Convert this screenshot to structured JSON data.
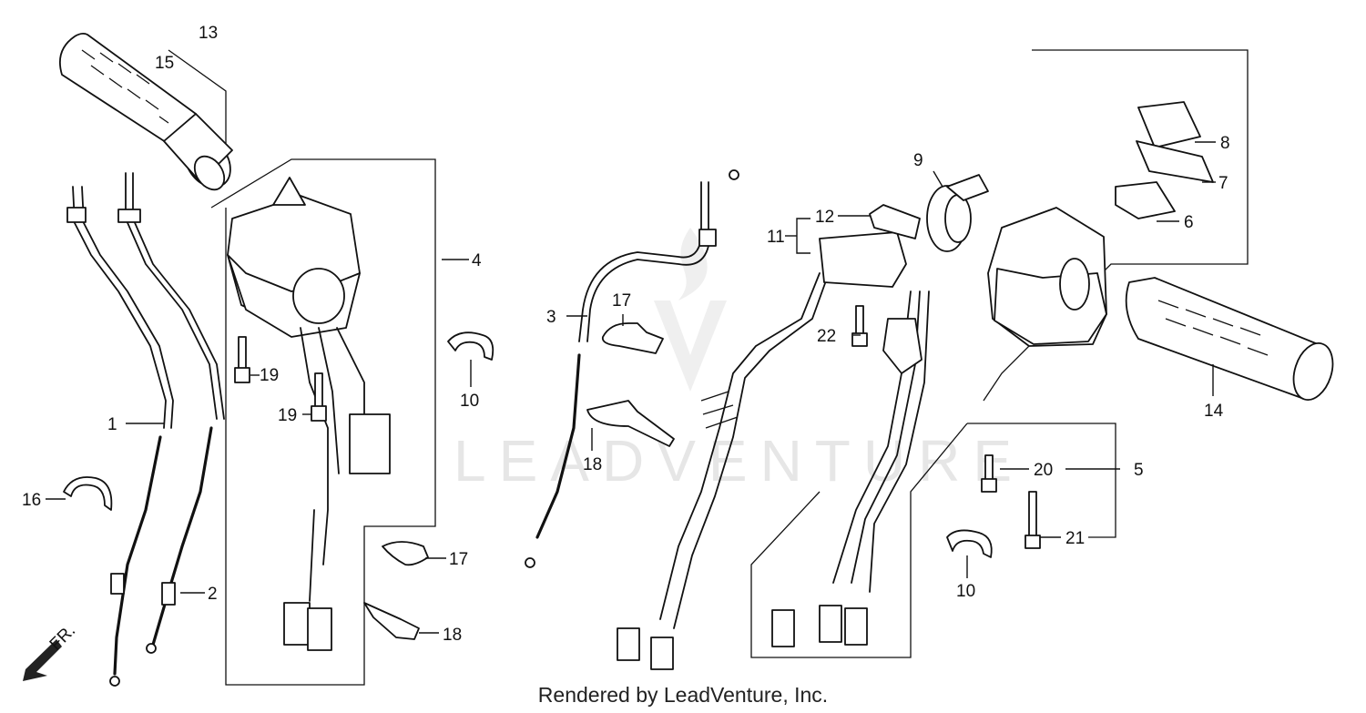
{
  "watermark": "LEADVENTURE",
  "footer": "Rendered by LeadVenture, Inc.",
  "direction_label": "FR.",
  "callouts": {
    "c1": "1",
    "c2": "2",
    "c3": "3",
    "c4": "4",
    "c5": "5",
    "c6": "6",
    "c7": "7",
    "c8": "8",
    "c9": "9",
    "c10a": "10",
    "c10b": "10",
    "c11": "11",
    "c12": "12",
    "c13": "13",
    "c14": "14",
    "c15": "15",
    "c16": "16",
    "c17a": "17",
    "c17b": "17",
    "c18a": "18",
    "c18b": "18",
    "c19a": "19",
    "c19b": "19",
    "c20": "20",
    "c21": "21",
    "c22": "22"
  }
}
